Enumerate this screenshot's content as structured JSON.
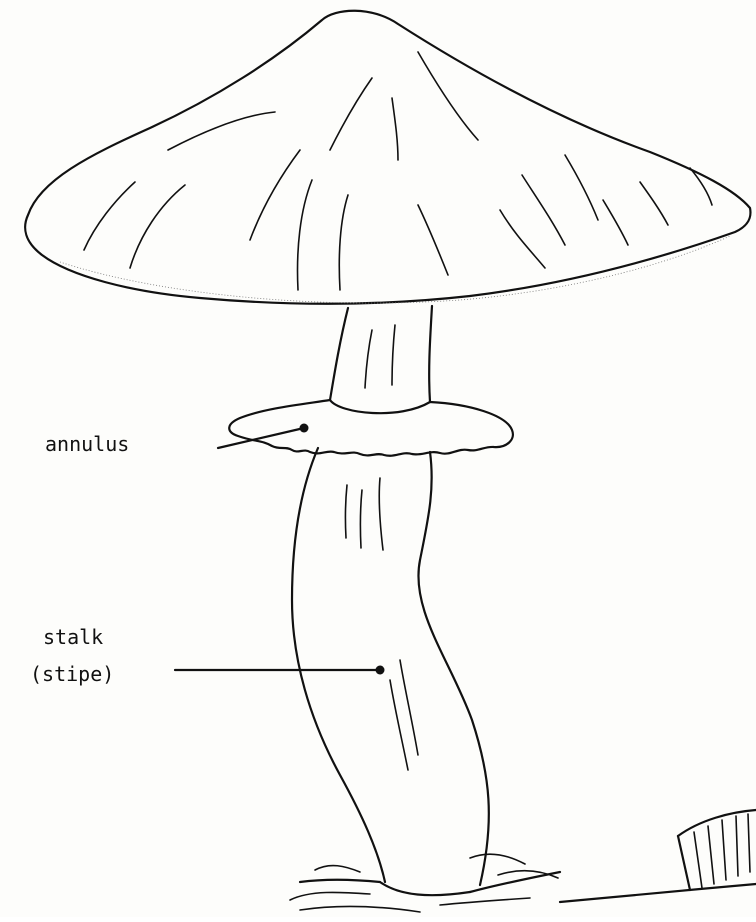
{
  "labels": {
    "annulus": "annulus",
    "stalk": "stalk",
    "stipe": "(stipe)"
  },
  "colors": {
    "ink": "#111111",
    "paper": "#fdfdfb"
  }
}
